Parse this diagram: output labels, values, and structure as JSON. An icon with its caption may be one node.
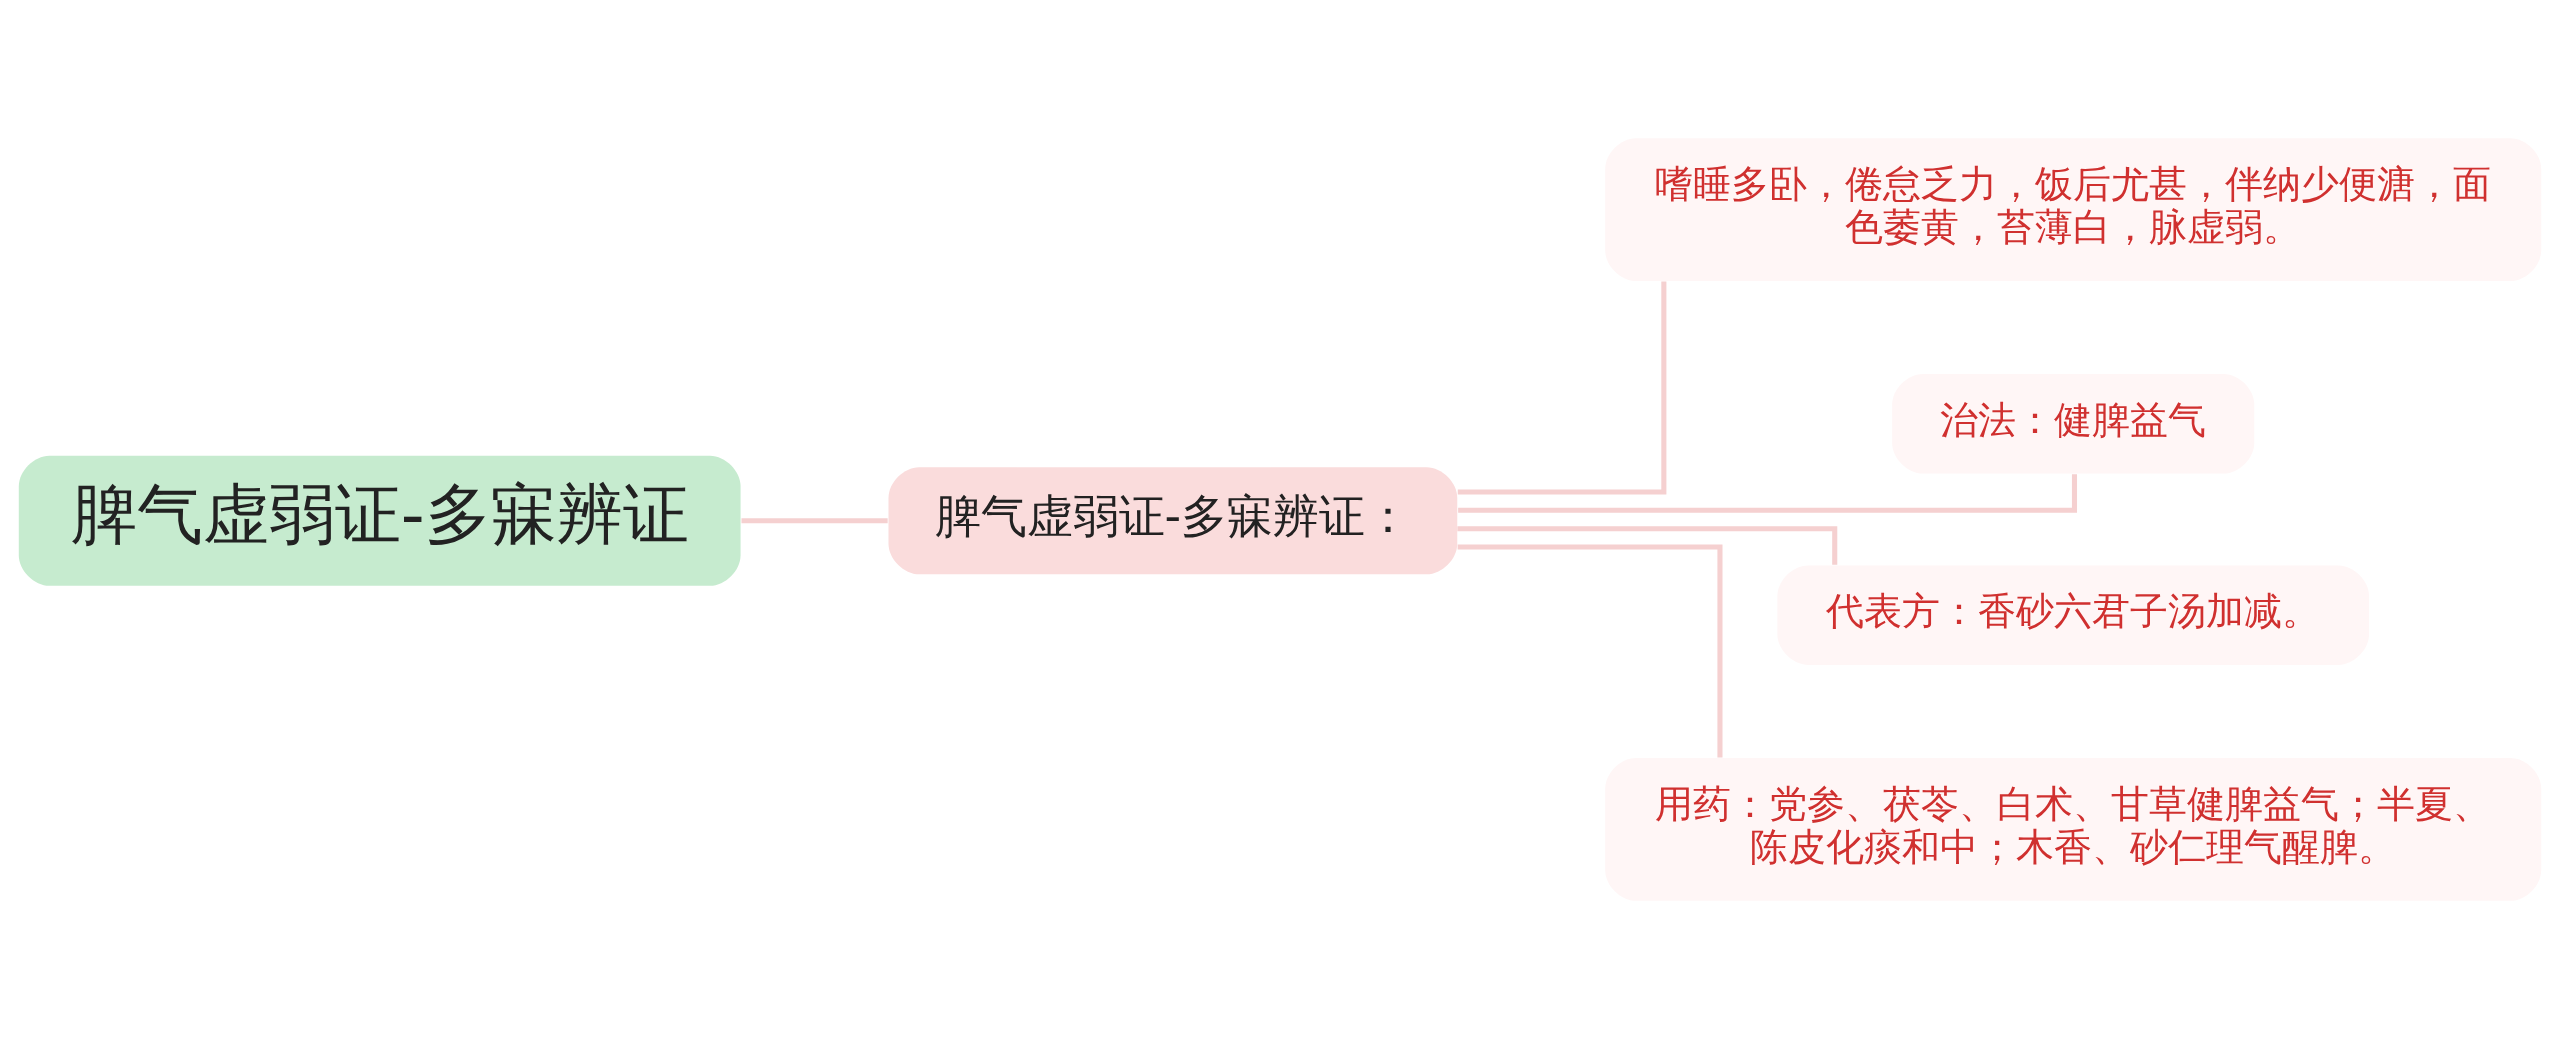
{
  "diagram": {
    "nodes": [
      {
        "text": [
          "脾气虚弱证-多寐辨证"
        ]
      },
      {
        "text": [
          "脾气虚弱证-多寐辨证："
        ]
      },
      {
        "text": [
          "嗜睡多卧，倦怠乏力，饭后尤甚，伴纳少便溏，面色萎黄，苔薄白，脉虚弱。"
        ]
      },
      {
        "text": [
          "治法：健脾益气"
        ]
      },
      {
        "text": [
          "代表方：香砂六君子汤加减。"
        ]
      },
      {
        "text": [
          "用药：党参、茯苓、白术、甘草健脾益气；半夏、陈皮化痰和中；木香、砂仁理气醒脾。"
        ]
      }
    ],
    "edges": [
      {
        "from": 0,
        "to": 1,
        "arrow": "none"
      },
      {
        "from": 1,
        "to": 2,
        "arrow": "none"
      },
      {
        "from": 1,
        "to": 3,
        "arrow": "none"
      },
      {
        "from": 1,
        "to": 4,
        "arrow": "none"
      },
      {
        "from": 1,
        "to": 5,
        "arrow": "none"
      }
    ]
  }
}
